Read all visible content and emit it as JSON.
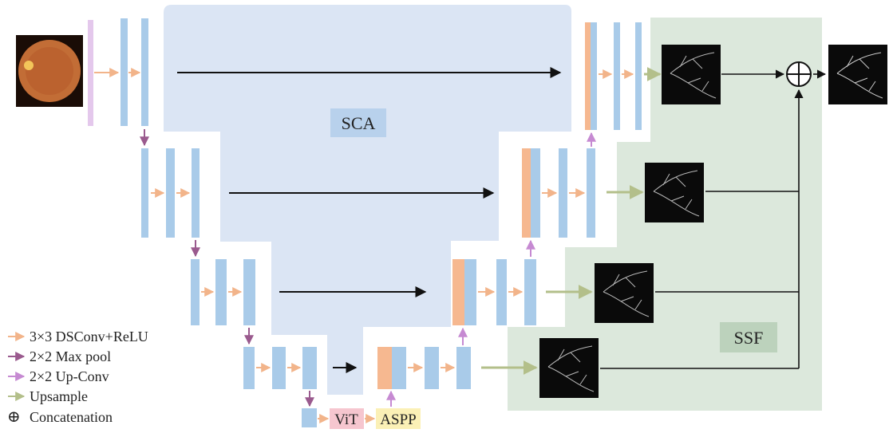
{
  "regions": {
    "sca_label": "SCA",
    "ssf_label": "SSF"
  },
  "bottleneck": {
    "vit_label": "ViT",
    "aspp_label": "ASPP"
  },
  "legend": {
    "items": [
      {
        "text": "3×3 DSConv+ReLU",
        "color": "#f2b48a",
        "icon": "arrow-right-icon"
      },
      {
        "text": "2×2 Max pool",
        "color": "#9a5a8e",
        "icon": "arrow-right-icon"
      },
      {
        "text": "2×2 Up-Conv",
        "color": "#c68ad2",
        "icon": "arrow-right-icon"
      },
      {
        "text": "Upsample",
        "color": "#b3bf8a",
        "icon": "arrow-right-icon"
      }
    ],
    "concat_text": "Concatenation",
    "concat_symbol": "⊕"
  },
  "colors": {
    "sca_region": "#dbe5f4",
    "ssf_region": "#dce8dc",
    "feature_map": "#a9cbe9",
    "skip_feature": "#f6b890",
    "vit_box": "#f6c6cf",
    "aspp_box": "#fbf0b6",
    "input_bar": "#e4c8ec",
    "sca_label_bg": "#b8d1ec",
    "ssf_label_bg": "#bcd2bc"
  }
}
